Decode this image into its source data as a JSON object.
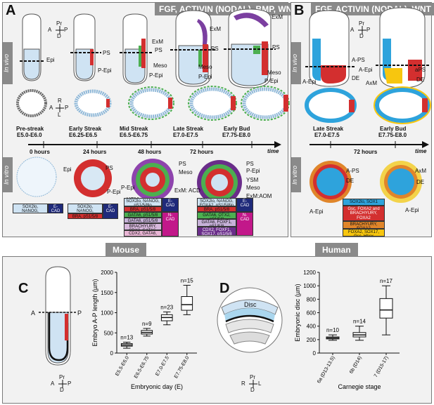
{
  "panelA": {
    "letter": "A",
    "header": "FGF, ACTIVIN (NODAL), BMP, WNT",
    "side_vivo": "In vivo",
    "side_vitro": "In vitro",
    "axis_top": {
      "pr": "Pr",
      "a": "A",
      "p": "P",
      "d": "D"
    },
    "axis_mid": {
      "r": "R",
      "a": "A",
      "p": "P",
      "l": "L"
    },
    "stages": [
      {
        "name": "Pre-streak",
        "days": "E5.0-E6.0",
        "hours": "0 hours"
      },
      {
        "name": "Early Streak",
        "days": "E6.25-E6.5",
        "hours": "24 hours"
      },
      {
        "name": "Mid Streak",
        "days": "E6.5-E6.75",
        "hours": "48 hours"
      },
      {
        "name": "Late Streak",
        "days": "E7.0-E7.5",
        "hours": "72 hours"
      },
      {
        "name": "Early Bud",
        "days": "E7.75-E8.0",
        "hours": ""
      }
    ],
    "time_label": "time",
    "labels": {
      "epi": "Epi",
      "ps": "PS",
      "pepi": "P-Epi",
      "exm": "ExM",
      "meso": "Meso",
      "ysm": "YSM",
      "exm_acd": "ExM: ACD",
      "exm_aom": "ExM:AOM"
    },
    "tables": {
      "t1": {
        "row1": "SOX2lo, NANOG, pS1/5/8lo",
        "ecad": "E-CAD"
      },
      "t2": {
        "row1": "SOX2lo, NANOG, pS1/5/8lo",
        "row2": "BRA, pS1/5/8",
        "ecad": "E-CAD"
      },
      "t3": {
        "rows": [
          "SOX2lo, NANOG, pS1/5/8lo",
          "BRA, pS1/5/8",
          "GATA6, pS1/5/8",
          "GATA6, pS1/5/8",
          "BRACHYURY, CDX2, GATA6, pS1/5/8",
          "CDX2, GATA6, SOX17, pS1/5/8"
        ],
        "ecad": "E-CAD",
        "ncad": "N-CAD"
      },
      "t4": {
        "rows": [
          "SOX2lo, NANOG, FOXA2, pS1/5/8lo",
          "BRA, pS1/5/8",
          "GATA6, OTX2, pS1/5/8",
          "GATA6, FOXF1, pS1/5/8",
          "CDX2, FOXF1, SOX17, pS1/5/8"
        ],
        "ecad": "E-CAD",
        "ncad": "N-CAD"
      }
    }
  },
  "panelB": {
    "letter": "B",
    "header": "FGF, ACTIVIN (NODAL), WNT",
    "axis": {
      "pr": "Pr",
      "a": "A",
      "p": "P",
      "d": "D"
    },
    "labels": {
      "aepi": "A-Epi",
      "aps": "A-PS",
      "de": "DE",
      "axm": "AxM",
      "aps2": "aPS"
    },
    "stages": [
      {
        "name": "Late Streak",
        "days": "E7.0-E7.5"
      },
      {
        "name": "Early Bud",
        "days": "E7.75-E8.0"
      }
    ],
    "hours": "72 hours",
    "time_label": "time",
    "table": [
      "SOX2lo, SOX1",
      "Gsc, FOXA2 and BRACHYURY, FOXA2",
      "BRACHYURY, FOXA2",
      "FOXA2, SOX17, Gsc, Hhex"
    ]
  },
  "mouse": {
    "title": "Mouse",
    "letter": "C",
    "axis": {
      "pr": "Pr",
      "a": "A",
      "p": "P",
      "d": "D"
    },
    "chart_data": {
      "type": "box",
      "categories": [
        "E5.5-E6.0",
        "E6.5-E6.75",
        "E7.0-E7.5",
        "E7.75-E8.0"
      ],
      "n": [
        "n=13",
        "n=9",
        "n=23",
        "n=15"
      ],
      "ylabel": "Embryo  A-P length (µm)",
      "xlabel": "Embryonic day (E)",
      "ylim": [
        0,
        2000
      ],
      "yticks": [
        "0",
        "500",
        "1000",
        "1500",
        "2000"
      ],
      "boxes": [
        {
          "min": 120,
          "q1": 170,
          "median": 200,
          "q3": 235,
          "max": 270
        },
        {
          "min": 420,
          "q1": 470,
          "median": 510,
          "q3": 560,
          "max": 610
        },
        {
          "min": 700,
          "q1": 800,
          "median": 880,
          "q3": 950,
          "max": 1020
        },
        {
          "min": 950,
          "q1": 1060,
          "median": 1200,
          "q3": 1400,
          "max": 1680
        }
      ]
    }
  },
  "human": {
    "title": "Human",
    "letter": "D",
    "disc_label": "Disc",
    "axis": {
      "pr": "Pr",
      "r": "R",
      "l": "L",
      "d": "D"
    },
    "chart_data": {
      "type": "box",
      "categories": [
        "6a (D13-13.5)",
        "6b (D14)",
        "7 (D15-17)"
      ],
      "n": [
        "n=10",
        "n=14",
        "n=17"
      ],
      "ylabel": "Embryonic disc (µm)",
      "xlabel": "Carnegie stage",
      "ylim": [
        0,
        1200
      ],
      "yticks": [
        "0",
        "200",
        "400",
        "600",
        "800",
        "1000",
        "1200"
      ],
      "boxes": [
        {
          "min": 190,
          "q1": 210,
          "median": 225,
          "q3": 240,
          "max": 270
        },
        {
          "min": 190,
          "q1": 240,
          "median": 270,
          "q3": 305,
          "max": 400
        },
        {
          "min": 270,
          "q1": 520,
          "median": 640,
          "q3": 810,
          "max": 1000
        }
      ]
    }
  }
}
